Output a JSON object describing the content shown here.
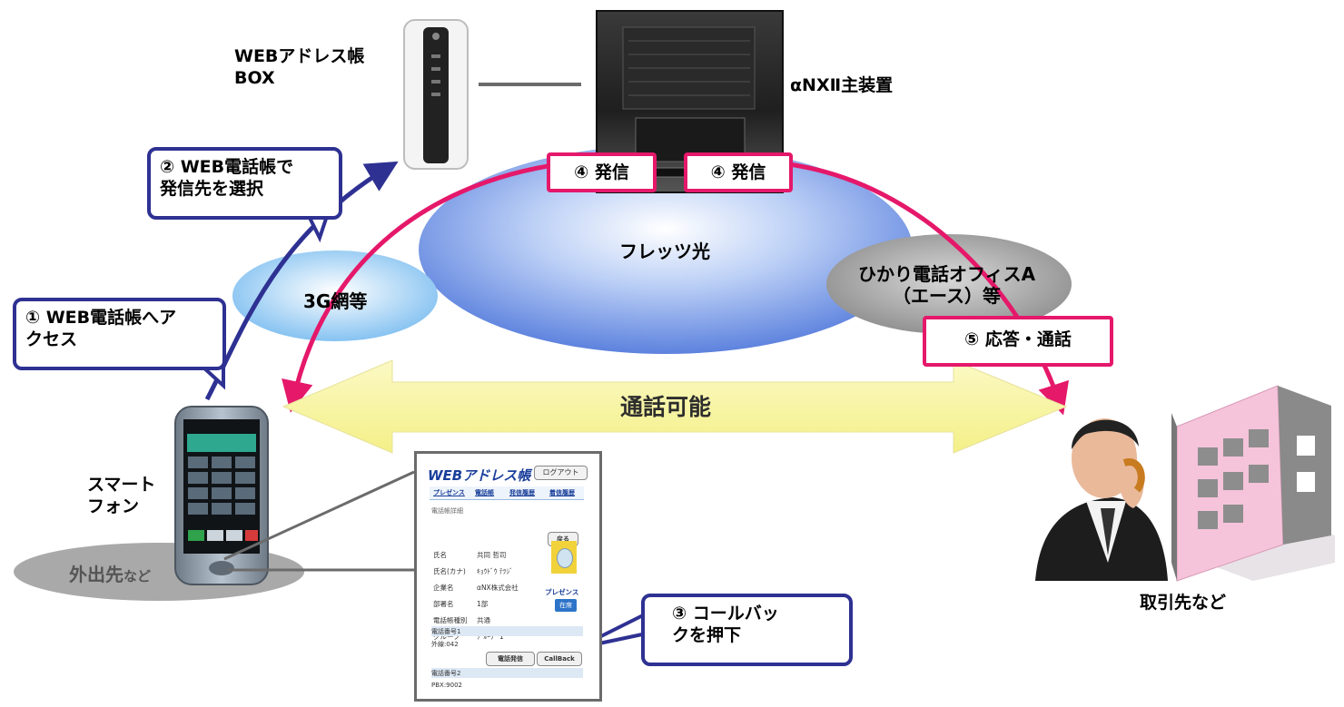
{
  "labels": {
    "web_address_box": [
      "WEBアドレス帳",
      "BOX"
    ],
    "main_unit": "αNXⅡ主装置",
    "flets": "フレッツ光",
    "net3g": "3G網等",
    "hikari_office": [
      "ひかり電話オフィスA",
      "（エース）等"
    ],
    "call_possible": "通話可能",
    "smartphone": [
      "スマート",
      "フォン"
    ],
    "outside": "外出先",
    "outside_suffix": "など",
    "client": "取引先など"
  },
  "steps": {
    "step1": [
      "① WEB電話帳へア",
      "クセス"
    ],
    "step2": [
      "② WEB電話帳で",
      "発信先を選択"
    ],
    "step3": [
      "③ コールバッ",
      "クを押下"
    ],
    "step4a": "④ 発信",
    "step4b": "④ 発信",
    "step5": "⑤ 応答・通話"
  },
  "screen": {
    "brand": "WEBアドレス帳",
    "logout": "ログアウト",
    "nav": [
      "プレゼンス",
      "電話帳",
      "発信履歴",
      "着信履歴"
    ],
    "section": "電話帳詳細",
    "back": "戻る",
    "rows": [
      {
        "k": "氏名",
        "v": "共同 哲司"
      },
      {
        "k": "氏名(カナ)",
        "v": "ｷｮｳﾄﾞｳ ﾃﾂｼﾞ"
      },
      {
        "k": "企業名",
        "v": "αNX株式会社"
      },
      {
        "k": "部署名",
        "v": "1部"
      },
      {
        "k": "電話帳種別",
        "v": "共通"
      },
      {
        "k": "グループ",
        "v": "ｸﾞﾙｰﾌﾟ 1"
      }
    ],
    "presence": "プレゼンス",
    "status": "在席",
    "phone1_label": "電話番号1",
    "phone1_value": "外線:042",
    "dial_button": "電話発信",
    "callback_button": "CallBack",
    "phone2_label": "電話番号2",
    "phone2_value": "PBX:9002"
  },
  "colors": {
    "step_border": "#2e3192",
    "send_border": "#e5186a",
    "flow_arrow": "#e5186a",
    "cloud": "#6d8fe0",
    "building": "#f3b8d4"
  }
}
